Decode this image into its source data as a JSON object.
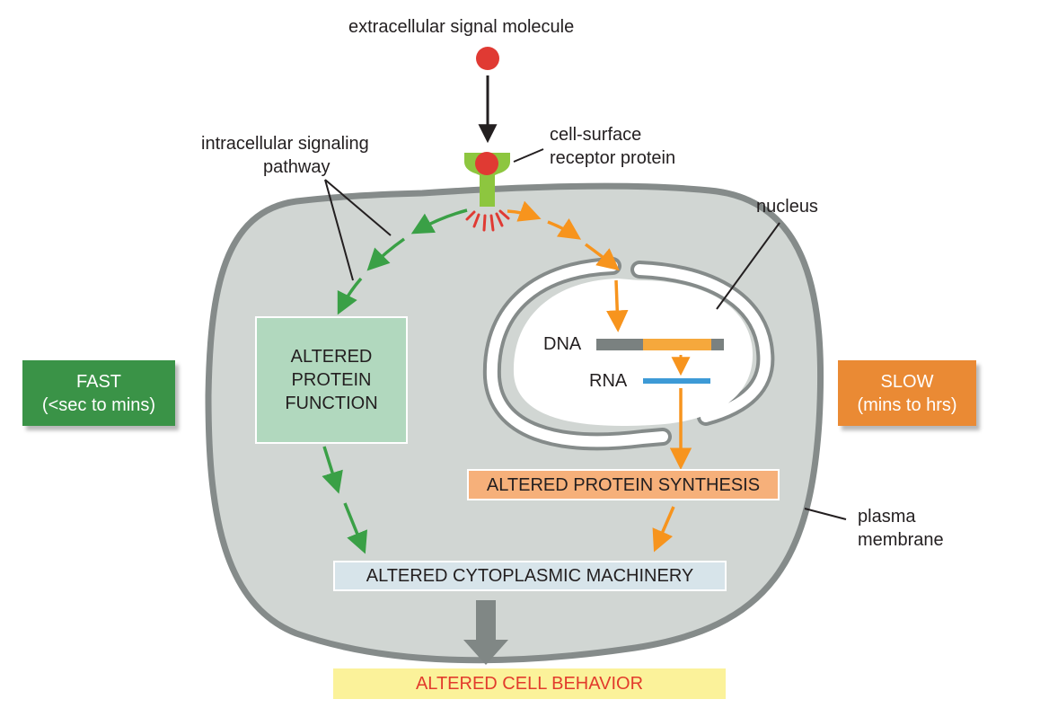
{
  "labels": {
    "signal": "extracellular signal molecule",
    "receptor_line1": "cell-surface",
    "receptor_line2": "receptor protein",
    "pathway_line1": "intracellular signaling",
    "pathway_line2": "pathway",
    "nucleus": "nucleus",
    "dna": "DNA",
    "rna": "RNA",
    "membrane_line1": "plasma",
    "membrane_line2": "membrane"
  },
  "boxes": {
    "protein_function_line1": "ALTERED",
    "protein_function_line2": "PROTEIN",
    "protein_function_line3": "FUNCTION",
    "protein_synthesis": "ALTERED PROTEIN SYNTHESIS",
    "cytoplasmic_machinery": "ALTERED CYTOPLASMIC MACHINERY",
    "cell_behavior": "ALTERED CELL BEHAVIOR"
  },
  "fast": {
    "title": "FAST",
    "subtitle": "(<sec to mins)"
  },
  "slow": {
    "title": "SLOW",
    "subtitle": "(mins to hrs)"
  },
  "colors": {
    "cell_fill": "#d1d6d3",
    "membrane": "#858b8a",
    "signal_molecule": "#e03a33",
    "receptor": "#8dc63f",
    "fast_path": "#3aa046",
    "slow_path": "#f7941d",
    "fast_box": "#3a9347",
    "slow_box": "#ea8a34",
    "protein_function_box": "#b1d8be",
    "protein_synthesis_box": "#f6b07a",
    "cytoplasmic_box": "#d7e4ea",
    "behavior_box": "#fbf29a",
    "behavior_text": "#e23b2c",
    "rna": "#3d9ad6",
    "dna_gray": "#7a8180"
  }
}
